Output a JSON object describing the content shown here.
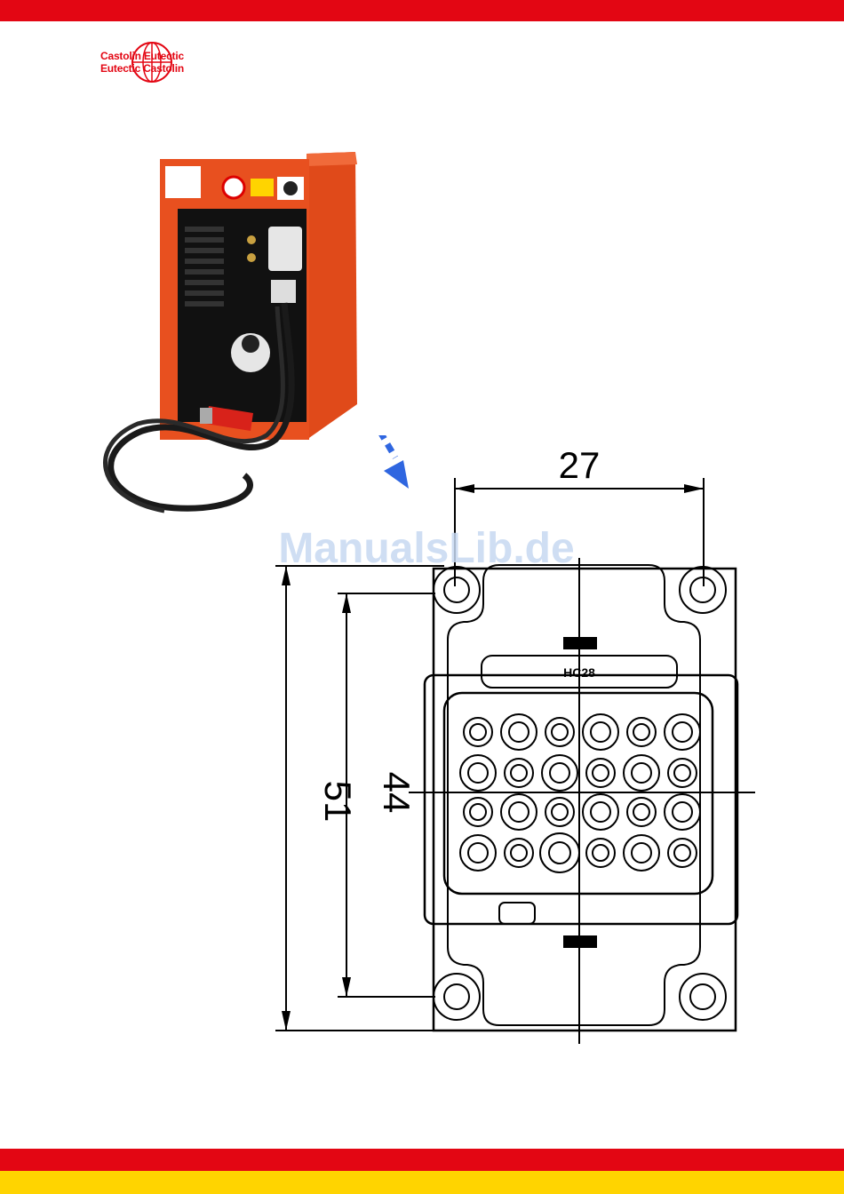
{
  "brand": {
    "logo_line1": "Castolin Eutectic",
    "logo_line2": "Eutectic Castolin",
    "primary_color": "#e30613",
    "secondary_color": "#ffd400"
  },
  "drawing": {
    "dim_width": "27",
    "dim_outer_height": "51",
    "dim_inner_height": "44",
    "connector_code": "HC28"
  },
  "pointer_arrow_color": "#2f66e0",
  "watermark": "ManualsLib.de"
}
